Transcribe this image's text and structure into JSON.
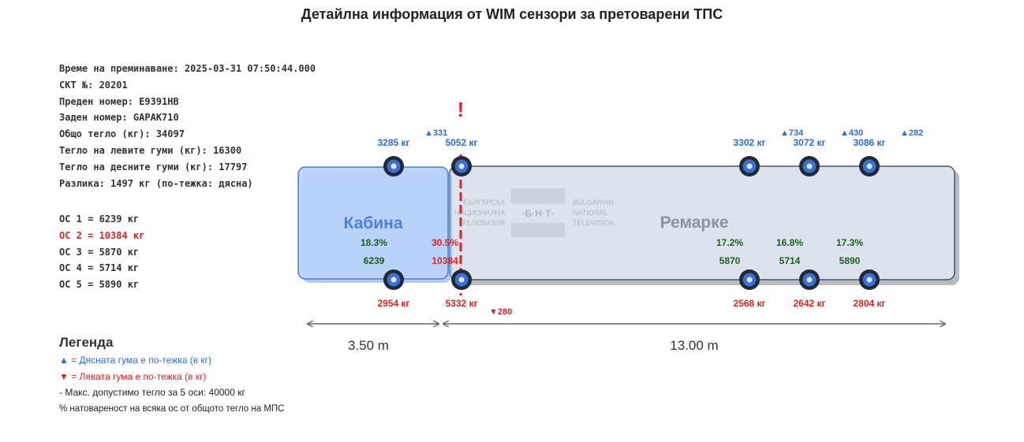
{
  "title": "Детайлна информация от WIM сензори за претоварени ТПС",
  "info_lines": [
    "Време на преминаване: 2025-03-31 07:50:44.000",
    "СКТ №: 20201",
    "Преден номер: Е9391НВ",
    "Заден номер: GAPAK710",
    "Общо тегло (кг): 34097",
    "Тегло на левите гуми (кг): 16300",
    "Тегло на десните гуми (кг): 17797",
    "Разлика: 1497 кг (по-тежка: дясна)"
  ],
  "axle_lines": [
    {
      "text": "ОС 1 = 6239 кг",
      "overloaded": false
    },
    {
      "text": "ОС 2 = 10384 кг",
      "overloaded": true
    },
    {
      "text": "ОС 3 = 5870 кг",
      "overloaded": false
    },
    {
      "text": "ОС 4 = 5714 кг",
      "overloaded": false
    },
    {
      "text": "ОС 5 = 5890 кг",
      "overloaded": false
    }
  ],
  "diagram": {
    "cab_label": "Кабина",
    "trailer_label": "Ремарке",
    "warning_mark": "!",
    "cab_length": "3.50 m",
    "trailer_length": "13.00 m",
    "watermark": {
      "left_lines": [
        "БЪЛГАРСКА",
        "НАЦИОНАЛНА",
        "ТЕЛЕВИЗИЯ"
      ],
      "center": "·Б·Н·Т·",
      "right_lines": [
        "BULGARIAN",
        "NATIONAL",
        "TELEVISION"
      ]
    },
    "axles": [
      {
        "right": "3285 кг",
        "left": "2954 кг",
        "diff": "▲331",
        "diff_side": "right",
        "percent": "18.3%",
        "weight": "6239",
        "overloaded": false
      },
      {
        "right": "5052 кг",
        "left": "5332 кг",
        "diff": "▼280",
        "diff_side": "left",
        "percent": "30.5%",
        "weight": "10384",
        "overloaded": true
      },
      {
        "right": "3302 кг",
        "left": "2568 кг",
        "diff": "▲734",
        "diff_side": "right",
        "percent": "17.2%",
        "weight": "5870",
        "overloaded": false
      },
      {
        "right": "3072 кг",
        "left": "2642 кг",
        "diff": "▲430",
        "diff_side": "right",
        "percent": "16.8%",
        "weight": "5714",
        "overloaded": false
      },
      {
        "right": "3086 кг",
        "left": "2804 кг",
        "diff": "▲282",
        "diff_side": "right",
        "percent": "17.3%",
        "weight": "5890",
        "overloaded": false
      }
    ]
  },
  "legend": {
    "title": "Легенда",
    "right_heavier": "▲ = Дясната гума е по-тежка (в кг)",
    "left_heavier": "▼ = Лявата гума е по-тежка (в кг)",
    "max_weight": "- Макс. допустимо тегло за 5 оси: 40000 кг",
    "percent_note": "% натовареност на всяка ос от общото тегло на МПС"
  },
  "colors": {
    "blue": "#2d6be0",
    "red": "#e02424",
    "green": "#1e5e1e",
    "cab_fill": "#b8d3fb",
    "trailer_fill": "#dde3ec"
  }
}
